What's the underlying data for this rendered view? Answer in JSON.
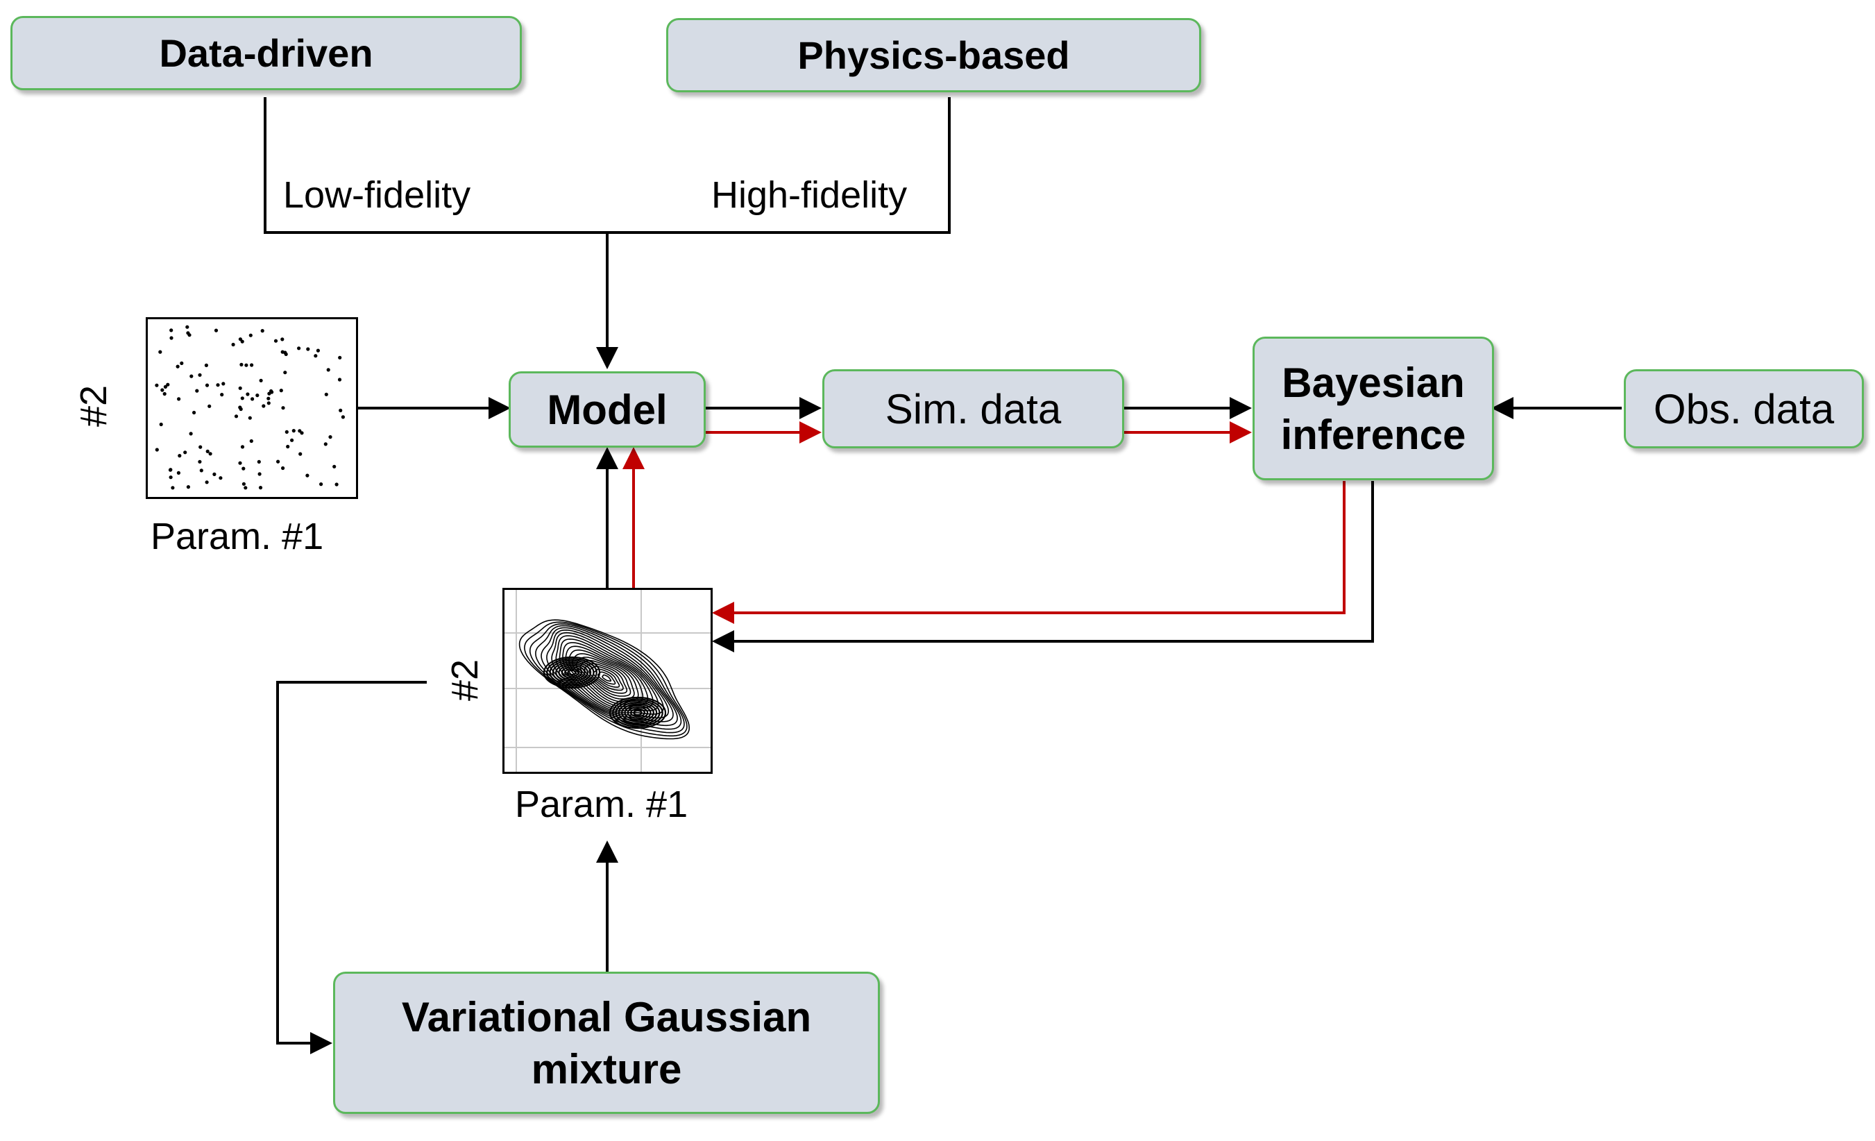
{
  "boxes": {
    "data_driven": "Data-driven",
    "physics_based": "Physics-based",
    "model": "Model",
    "sim_data": "Sim. data",
    "bayesian_line1": "Bayesian",
    "bayesian_line2": "inference",
    "obs_data": "Obs. data",
    "vgm_line1": "Variational Gaussian",
    "vgm_line2": "mixture"
  },
  "labels": {
    "low_fidelity": "Low-fidelity",
    "high_fidelity": "High-fidelity",
    "scatter_xlabel": "Param. #1",
    "scatter_ylabel": "#2",
    "contour_xlabel": "Param. #1",
    "contour_ylabel": "#2"
  },
  "colors": {
    "box_fill": "#d6dce5",
    "box_border": "#5cb85c",
    "arrow_black": "#000000",
    "arrow_red": "#c00000"
  }
}
